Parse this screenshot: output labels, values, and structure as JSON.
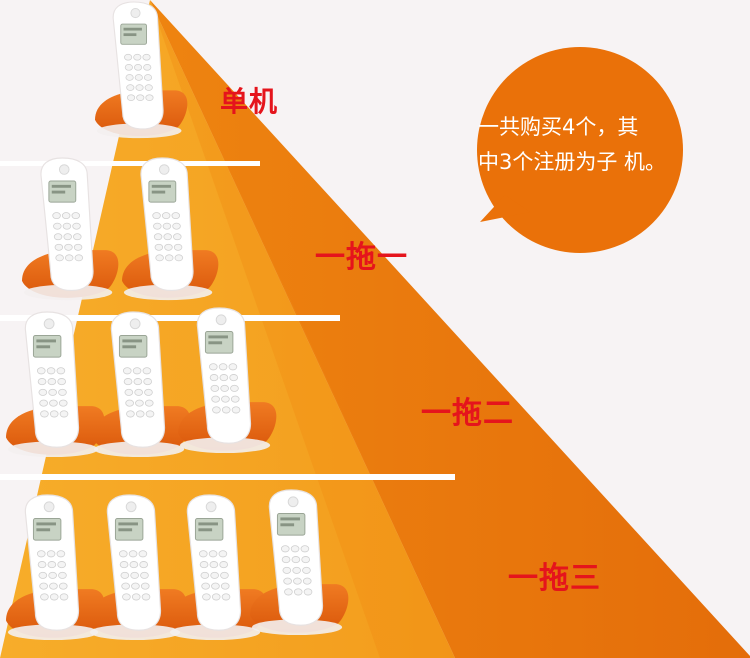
{
  "colors": {
    "background": "#f7f3f4",
    "tier_front": "#f5a623",
    "tier_side": "#e9730b",
    "divider": "#ffffff",
    "label": "#e5141c",
    "bubble": "#ea7109",
    "phone_base": "#e8620c",
    "phone_body": "#ffffff"
  },
  "tiers": [
    {
      "label": "单机",
      "phones": 1
    },
    {
      "label": "一拖一",
      "phones": 2
    },
    {
      "label": "一拖二",
      "phones": 3
    },
    {
      "label": "一拖三",
      "phones": 4
    }
  ],
  "bubble": {
    "line1": "一共购买4个，其",
    "line2": "中3个注册为子 机。"
  }
}
